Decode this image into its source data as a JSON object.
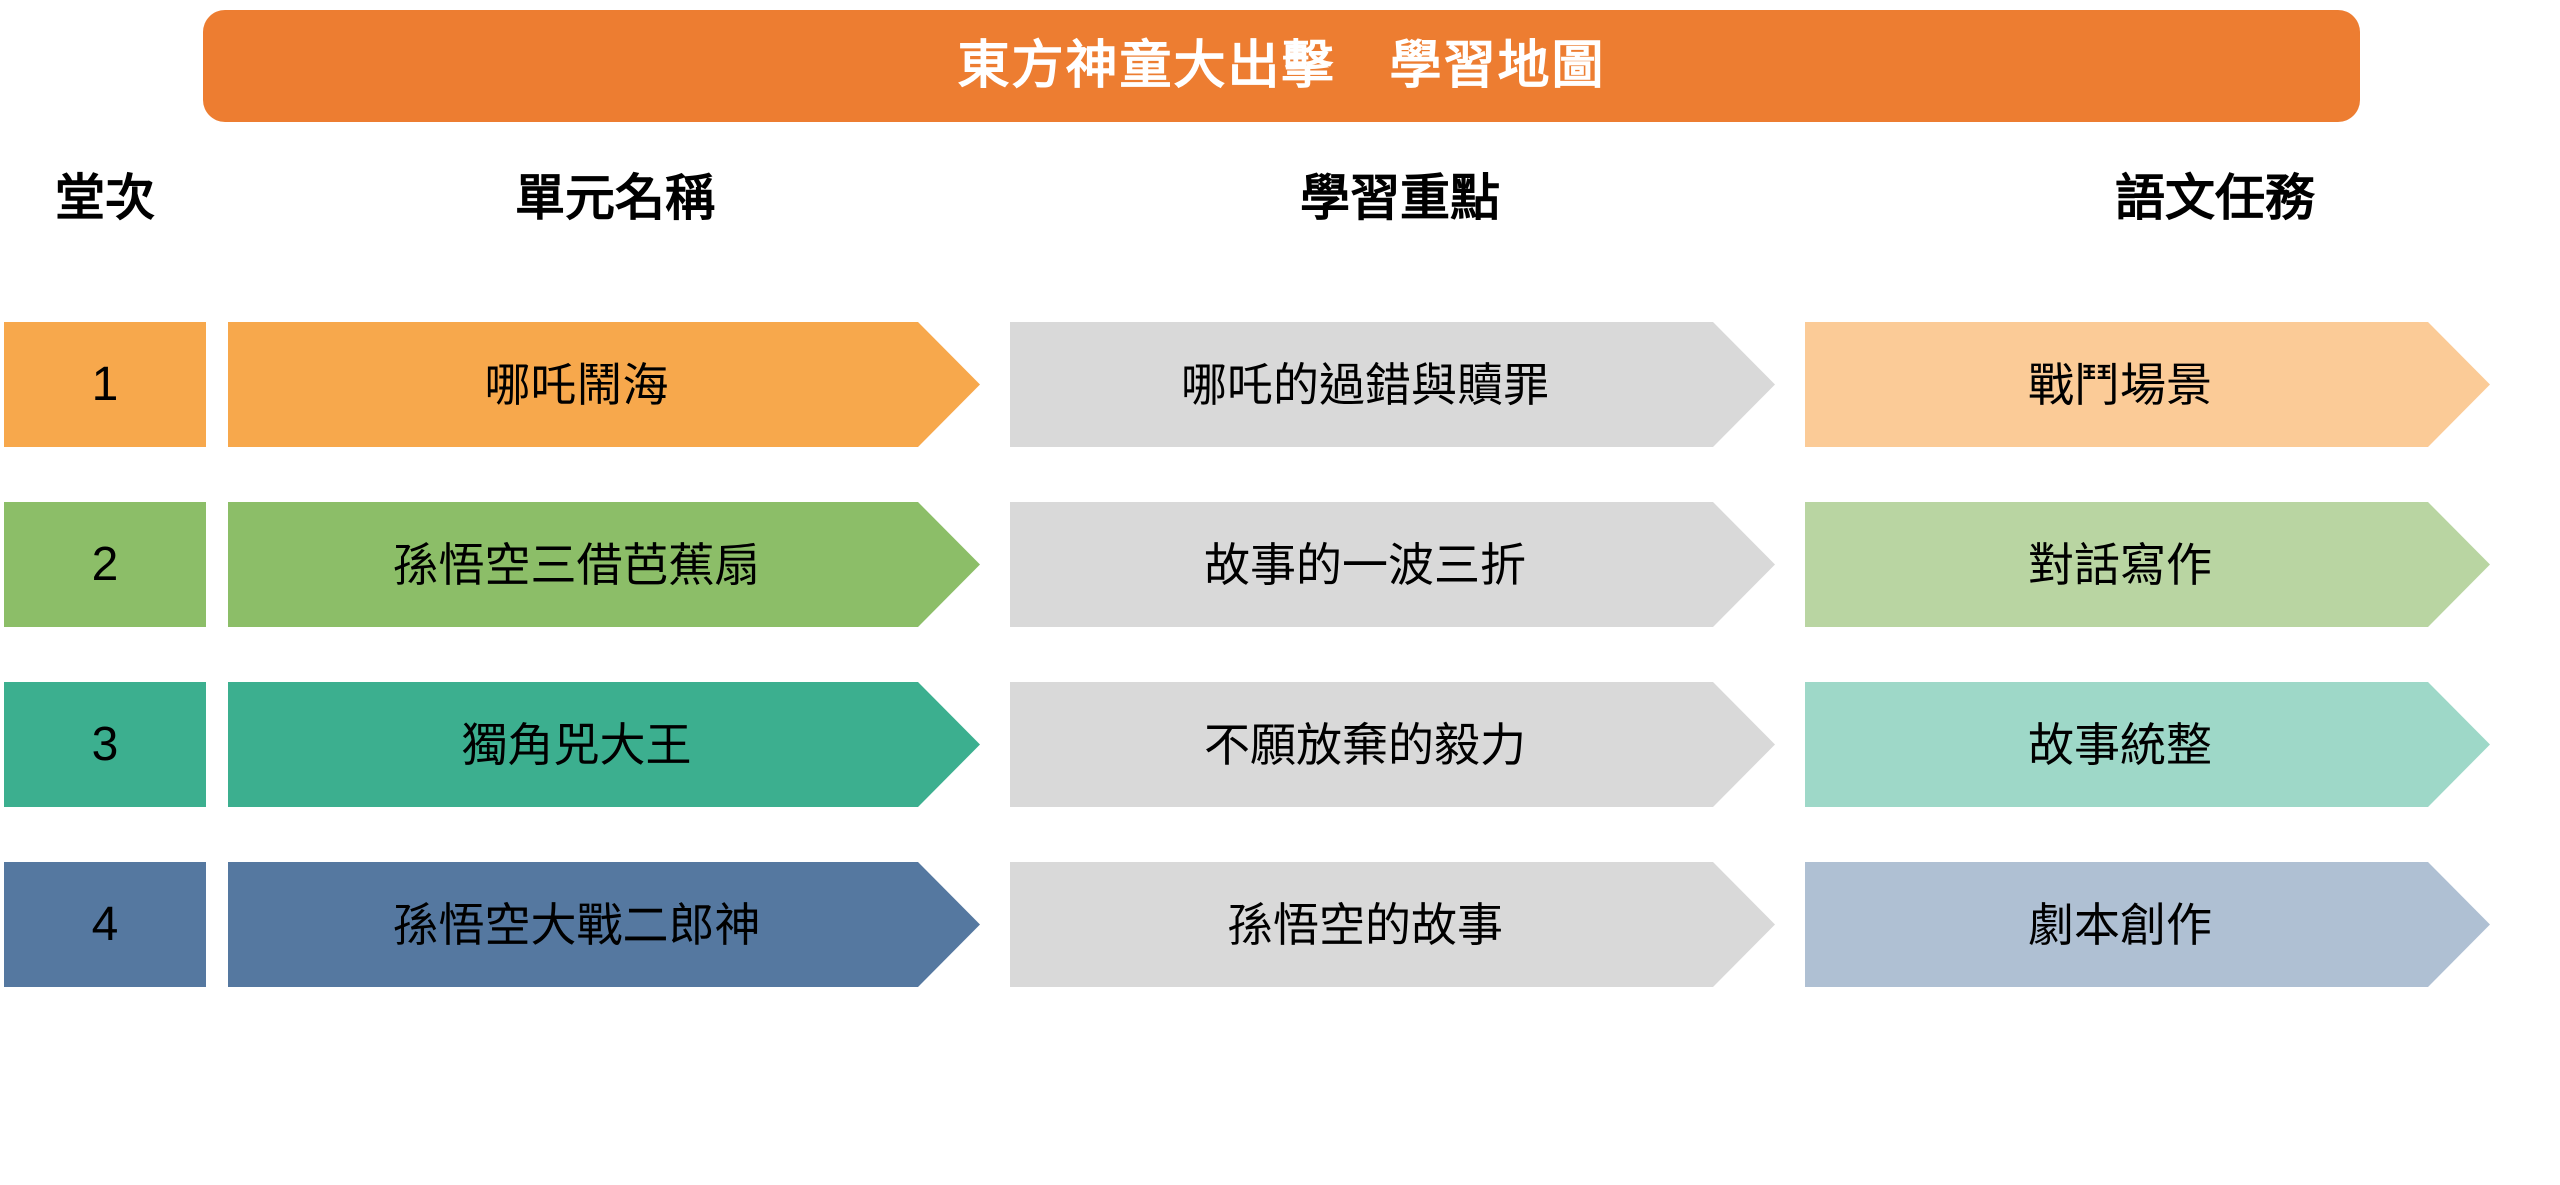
{
  "title": {
    "text": "東方神童大出擊　學習地圖",
    "background_color": "#ED7D31",
    "text_color": "#FFFFFF"
  },
  "headers": {
    "lesson": "堂次",
    "unit": "單元名稱",
    "focus": "學習重點",
    "task": "語文任務"
  },
  "colors": {
    "focus_grey": "#D9D9D9",
    "row1_strong": "#F7A84C",
    "row1_light": "#FBCB97",
    "row2_strong": "#8CBE68",
    "row2_light": "#B9D5A2",
    "row3_strong": "#3CAF8F",
    "row3_light": "#9ED8C8",
    "row4_strong": "#5578A0",
    "row4_light": "#AFC0D3"
  },
  "chart_data": {
    "type": "table",
    "title": "東方神童大出擊　學習地圖",
    "columns": [
      "堂次",
      "單元名稱",
      "學習重點",
      "語文任務"
    ],
    "rows": [
      {
        "lesson": "1",
        "unit": "哪吒鬧海",
        "focus": "哪吒的過錯與贖罪",
        "task": "戰鬥場景",
        "number_color": "#F7A84C",
        "unit_color": "#F7A84C",
        "focus_color": "#D9D9D9",
        "task_color": "#FBCB97"
      },
      {
        "lesson": "2",
        "unit": "孫悟空三借芭蕉扇",
        "focus": "故事的一波三折",
        "task": "對話寫作",
        "number_color": "#8CBE68",
        "unit_color": "#8CBE68",
        "focus_color": "#D9D9D9",
        "task_color": "#B9D5A2"
      },
      {
        "lesson": "3",
        "unit": "獨角兕大王",
        "focus": "不願放棄的毅力",
        "task": "故事統整",
        "number_color": "#3CAF8F",
        "unit_color": "#3CAF8F",
        "focus_color": "#D9D9D9",
        "task_color": "#9ED8C8"
      },
      {
        "lesson": "4",
        "unit": "孫悟空大戰二郎神",
        "focus": "孫悟空的故事",
        "task": "劇本創作",
        "number_color": "#5578A0",
        "unit_color": "#5578A0",
        "focus_color": "#D9D9D9",
        "task_color": "#AFC0D3"
      }
    ],
    "row_tops": [
      322,
      502,
      682,
      862
    ]
  }
}
